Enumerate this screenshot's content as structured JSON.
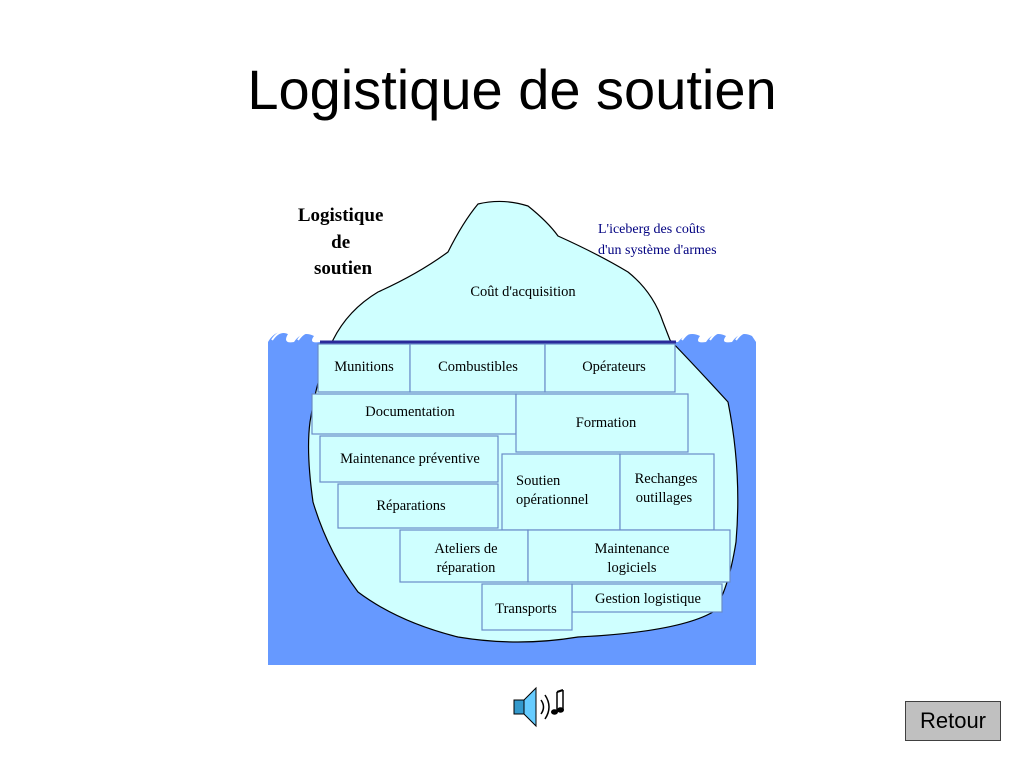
{
  "slide": {
    "title": "Logistique de soutien"
  },
  "figure": {
    "heading_lines": [
      "Logistique",
      "de",
      "soutien"
    ],
    "caption_lines": [
      "L'iceberg des coûts",
      "d'un système d'armes"
    ],
    "above_water": "Coût d'acquisition",
    "boxes": [
      {
        "id": "munitions",
        "lines": [
          "Munitions"
        ]
      },
      {
        "id": "combustibles",
        "lines": [
          "Combustibles"
        ]
      },
      {
        "id": "operateurs",
        "lines": [
          "Opérateurs"
        ]
      },
      {
        "id": "documentation",
        "lines": [
          "Documentation"
        ]
      },
      {
        "id": "formation",
        "lines": [
          "Formation"
        ]
      },
      {
        "id": "maintenance-preventive",
        "lines": [
          "Maintenance préventive"
        ]
      },
      {
        "id": "soutien-operationnel",
        "lines": [
          "Soutien",
          "opérationnel"
        ]
      },
      {
        "id": "rechanges-outillages",
        "lines": [
          "Rechanges",
          "outillages"
        ]
      },
      {
        "id": "reparations",
        "lines": [
          "Réparations"
        ]
      },
      {
        "id": "ateliers-reparation",
        "lines": [
          "Ateliers de",
          "réparation"
        ]
      },
      {
        "id": "maintenance-logiciels",
        "lines": [
          "Maintenance",
          "logiciels"
        ]
      },
      {
        "id": "gestion-logistique",
        "lines": [
          "Gestion logistique"
        ]
      },
      {
        "id": "transports",
        "lines": [
          "Transports"
        ]
      }
    ],
    "colors": {
      "water": "#6699ff",
      "ice": "#cfffff",
      "waterline": "#2a2a9a",
      "caption": "#000080"
    }
  },
  "controls": {
    "retour_label": "Retour",
    "sound_icon": "speaker-sound-icon"
  }
}
